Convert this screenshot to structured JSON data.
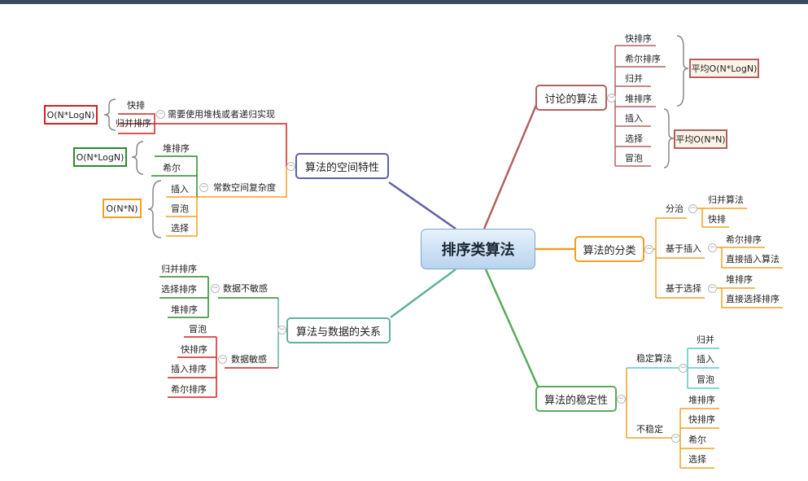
{
  "root": "排序类算法",
  "branches": {
    "discussed": {
      "label": "讨论的算法",
      "items": [
        "快排序",
        "希尔排序",
        "归并",
        "堆排序",
        "插入",
        "选择",
        "冒泡"
      ],
      "avg_nlogn": "平均O(N*LogN)",
      "avg_nn": "平均O(N*N)"
    },
    "classify": {
      "label": "算法的分类",
      "divide": {
        "label": "分治",
        "items": [
          "归并算法",
          "快排"
        ]
      },
      "insert": {
        "label": "基于插入",
        "items": [
          "希尔排序",
          "直接插入算法"
        ]
      },
      "select": {
        "label": "基于选择",
        "items": [
          "堆排序",
          "直接选择排序"
        ]
      }
    },
    "stability": {
      "label": "算法的稳定性",
      "stable": {
        "label": "稳定算法",
        "items": [
          "归并",
          "插入",
          "冒泡"
        ]
      },
      "unstable": {
        "label": "不稳定",
        "items": [
          "堆排序",
          "快排序",
          "希尔",
          "选择"
        ]
      }
    },
    "space": {
      "label": "算法的空间特性",
      "recursive": {
        "label": "需要使用堆栈或者递归实现",
        "items": [
          "快排",
          "归并排序"
        ],
        "complexity": "O(N*LogN)"
      },
      "constant": {
        "label": "常数空间复杂度",
        "group1": [
          "堆排序",
          "希尔"
        ],
        "complexity1": "O(N*LogN)",
        "group2": [
          "插入",
          "冒泡",
          "选择"
        ],
        "complexity2": "O(N*N)"
      }
    },
    "data": {
      "label": "算法与数据的关系",
      "insensitive": {
        "label": "数据不敏感",
        "items": [
          "归并排序",
          "选择排序",
          "堆排序"
        ]
      },
      "sensitive": {
        "label": "数据敏感",
        "items": [
          "冒泡",
          "快排序",
          "插入排序",
          "希尔排序"
        ]
      }
    }
  },
  "colors": {
    "discussed": "#b36060",
    "classify": "#f0a020",
    "stability": "#5aaa5a",
    "cyan": "#55cccc",
    "space": "#6060a8",
    "data": "#60b0a0",
    "red": "#d02020",
    "green": "#2a8a2a"
  }
}
